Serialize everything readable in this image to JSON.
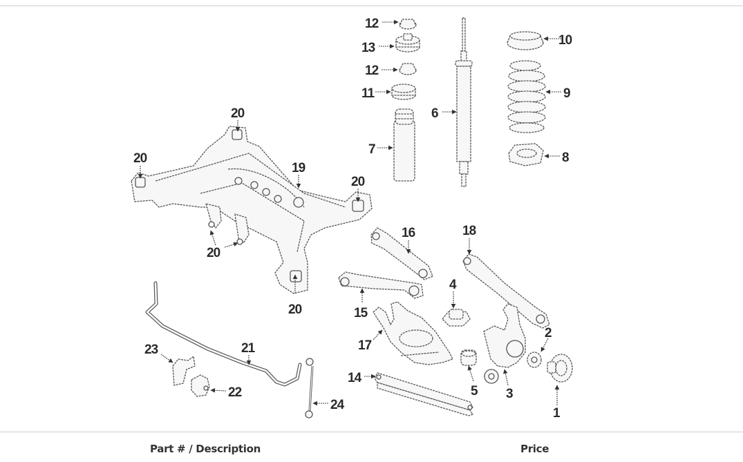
{
  "diagram": {
    "title": "Rear Suspension Exploded Diagram",
    "callouts": [
      {
        "id": "c1",
        "label": "1"
      },
      {
        "id": "c2",
        "label": "2"
      },
      {
        "id": "c3",
        "label": "3"
      },
      {
        "id": "c4",
        "label": "4"
      },
      {
        "id": "c5",
        "label": "5"
      },
      {
        "id": "c6",
        "label": "6"
      },
      {
        "id": "c7",
        "label": "7"
      },
      {
        "id": "c8",
        "label": "8"
      },
      {
        "id": "c9",
        "label": "9"
      },
      {
        "id": "c10",
        "label": "10"
      },
      {
        "id": "c11",
        "label": "11"
      },
      {
        "id": "c12a",
        "label": "12"
      },
      {
        "id": "c12b",
        "label": "12"
      },
      {
        "id": "c13",
        "label": "13"
      },
      {
        "id": "c14",
        "label": "14"
      },
      {
        "id": "c15",
        "label": "15"
      },
      {
        "id": "c16",
        "label": "16"
      },
      {
        "id": "c17",
        "label": "17"
      },
      {
        "id": "c18",
        "label": "18"
      },
      {
        "id": "c19",
        "label": "19"
      },
      {
        "id": "c20a",
        "label": "20"
      },
      {
        "id": "c20b",
        "label": "20"
      },
      {
        "id": "c20c",
        "label": "20"
      },
      {
        "id": "c20d",
        "label": "20"
      },
      {
        "id": "c20e",
        "label": "20"
      },
      {
        "id": "c21",
        "label": "21"
      },
      {
        "id": "c22",
        "label": "22"
      },
      {
        "id": "c23",
        "label": "23"
      },
      {
        "id": "c24",
        "label": "24"
      }
    ]
  },
  "table": {
    "columns": [
      "Part # / Description",
      "Price"
    ]
  }
}
